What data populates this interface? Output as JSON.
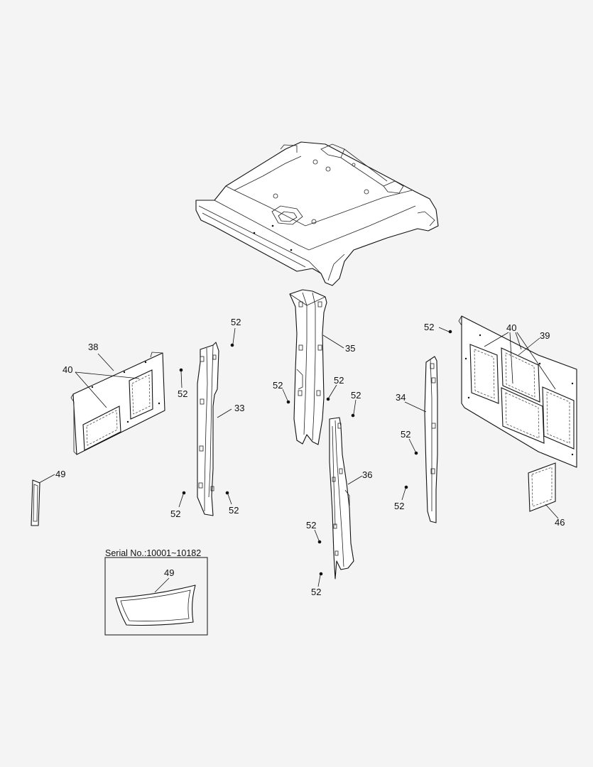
{
  "callouts": {
    "c33": "33",
    "c34": "34",
    "c35": "35",
    "c36": "36",
    "c38": "38",
    "c39": "39",
    "c40a": "40",
    "c40b": "40",
    "c46": "46",
    "c49a": "49",
    "c49b": "49",
    "c52": "52"
  },
  "inset": {
    "label": "Serial No.:10001~10182"
  }
}
